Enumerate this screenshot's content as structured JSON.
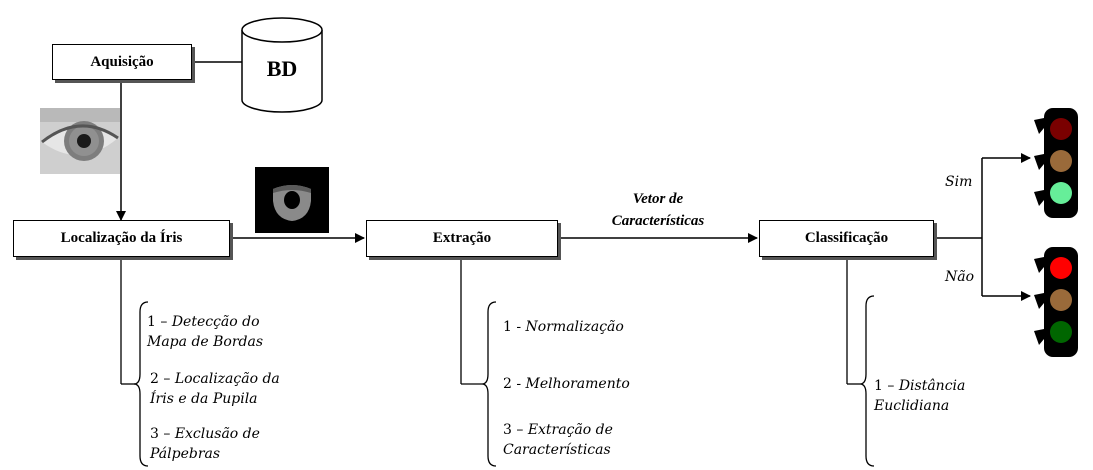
{
  "nodes": {
    "aquisicao": "Aquisição",
    "bd": "BD",
    "localizacao": "Localização da Íris",
    "extracao": "Extração",
    "classificacao": "Classificação"
  },
  "edge_label": {
    "line1": "Vetor de",
    "line2": "Características"
  },
  "localizacao_steps": [
    {
      "num": "1 – ",
      "l1": "Detecção do",
      "l2": "Mapa de Bordas"
    },
    {
      "num": "2 – ",
      "l1": "Localização da",
      "l2": "Íris e da Pupila"
    },
    {
      "num": "3 – ",
      "l1": "Exclusão de",
      "l2": "Pálpebras"
    }
  ],
  "extracao_steps": [
    {
      "num": "1 - ",
      "l1": "Normalização",
      "l2": ""
    },
    {
      "num": "2 - ",
      "l1": "Melhoramento",
      "l2": ""
    },
    {
      "num": "3 – ",
      "l1": "Extração de",
      "l2": "Características"
    }
  ],
  "classificacao_steps": [
    {
      "num": "1 – ",
      "l1": "Distância",
      "l2": "Euclidiana"
    }
  ],
  "decisions": {
    "yes": "Sim",
    "no": "Não"
  },
  "icons": {
    "eye": "eye-photo-icon",
    "iris": "segmented-iris-icon",
    "traffic_light_yes": "traffic-light-green-icon",
    "traffic_light_no": "traffic-light-red-icon"
  },
  "colors": {
    "green_on": "#66ee99",
    "red_on": "#ff0000",
    "amber": "#9a6a3a",
    "red_off": "#7a0000",
    "green_off": "#006600"
  }
}
